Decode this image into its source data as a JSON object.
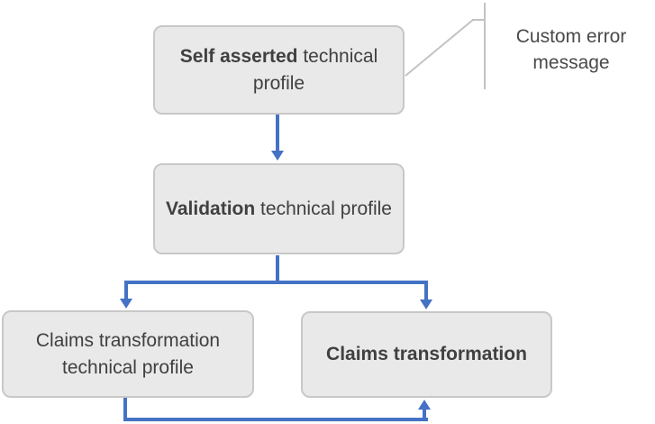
{
  "diagram": {
    "nodes": [
      {
        "id": "self-asserted-technical-profile",
        "bold": "Self asserted",
        "rest": " technical profile"
      },
      {
        "id": "validation-technical-profile",
        "bold": "Validation",
        "rest": " technical profile"
      },
      {
        "id": "claims-transformation-technical-profile",
        "bold": "",
        "rest": "Claims transformation technical profile"
      },
      {
        "id": "claims-transformation",
        "bold": "Claims transformation",
        "rest": ""
      }
    ],
    "callout": {
      "text": "Custom error message",
      "attached_to": "self-asserted-technical-profile"
    },
    "edges": [
      {
        "from": "self-asserted-technical-profile",
        "to": "validation-technical-profile"
      },
      {
        "from": "validation-technical-profile",
        "to": "claims-transformation-technical-profile"
      },
      {
        "from": "validation-technical-profile",
        "to": "claims-transformation"
      },
      {
        "from": "claims-transformation-technical-profile",
        "to": "claims-transformation"
      }
    ],
    "colors": {
      "connector_blue": "#4472C4",
      "node_fill": "#e9e9e9",
      "node_border": "#c8c8c8",
      "text": "#404040",
      "callout_line": "#c3c3c3"
    }
  }
}
